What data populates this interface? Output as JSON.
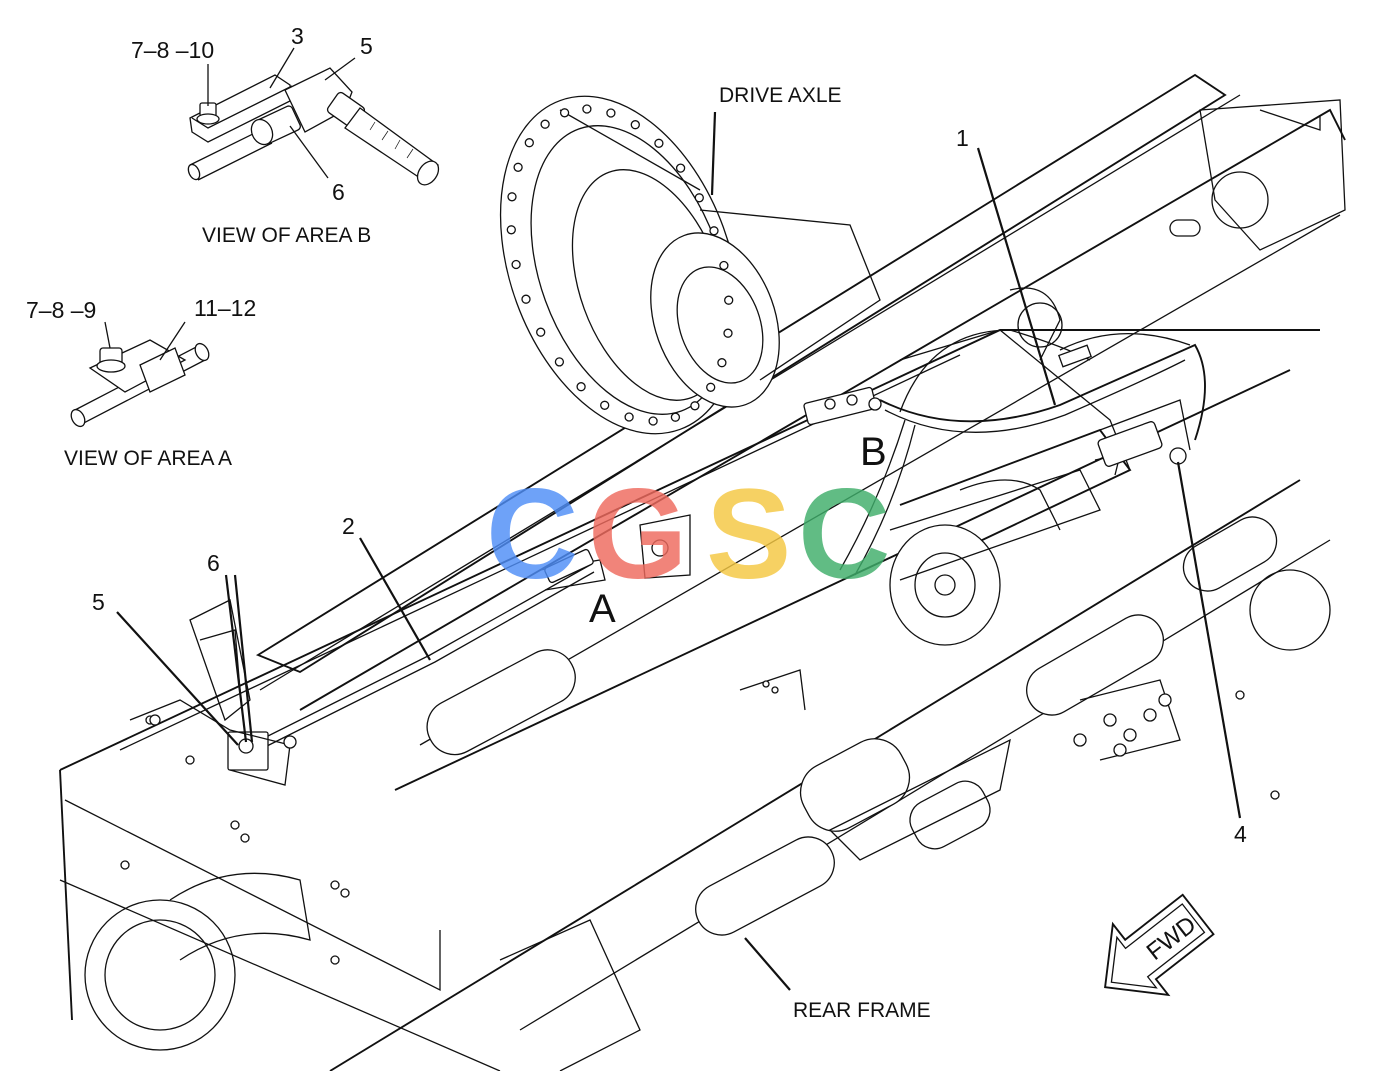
{
  "labels": {
    "drive_axle": "DRIVE AXLE",
    "rear_frame": "REAR FRAME",
    "view_area_b": "VIEW OF AREA  B",
    "view_area_a": "VIEW OF AREA  A",
    "area_a": "A",
    "area_b": "B",
    "fwd": "FWD"
  },
  "callouts": {
    "view_b_bolt": "7–8 –10",
    "view_b_part3": "3",
    "view_b_part5": "5",
    "view_b_part6": "6",
    "view_a_bolt": "7–8 –9",
    "view_a_clip": "11–12",
    "main_part1": "1",
    "main_part2": "2",
    "main_part4": "4",
    "main_part5": "5",
    "main_part6": "6"
  },
  "watermark": {
    "letters": [
      "C",
      "G",
      "S",
      "C"
    ],
    "colors": [
      "#4f8ef7",
      "#ef6a5e",
      "#f5c842",
      "#3fae6a"
    ]
  }
}
